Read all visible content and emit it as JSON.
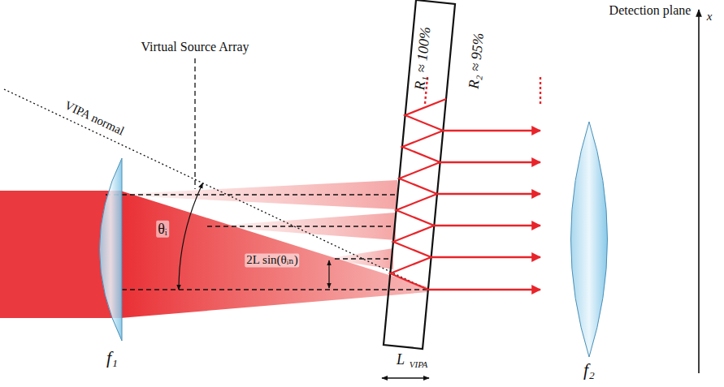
{
  "diagram": {
    "labels": [
      "Detection plane",
      "x",
      "R₁ ≈ 100%",
      "R₂ ≈ 95%",
      "Virtual Source Array",
      "VIPA normal",
      "θᵢ",
      "2L sin(θᵢₙ)",
      "f₁",
      "L",
      "VIPA",
      "f₂"
    ]
  }
}
